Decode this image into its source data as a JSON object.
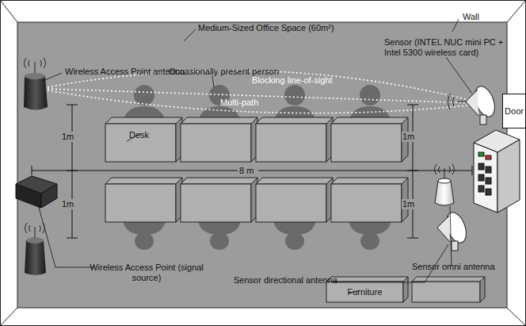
{
  "diagram": {
    "nodes": [
      {
        "text": [
          "Door"
        ]
      },
      {
        "text": [
          "Desk"
        ]
      },
      {
        "text": [
          "Furniture"
        ]
      }
    ],
    "labels": [
      "Wall",
      "Medium-Sized Office Space (60m²)",
      "Wireless Access Point antenna",
      "Occasionally present person",
      "Sensor (INTEL NUC mini PC + Intel 5300 wireless card)",
      "Blocking line-of-sight",
      "Multi-path",
      "1m",
      "1m",
      "1m",
      "1m",
      "8 m",
      "Sensor omni antenna",
      "Sensor directional antenna",
      "Wireless Access Point (signal source)"
    ]
  }
}
